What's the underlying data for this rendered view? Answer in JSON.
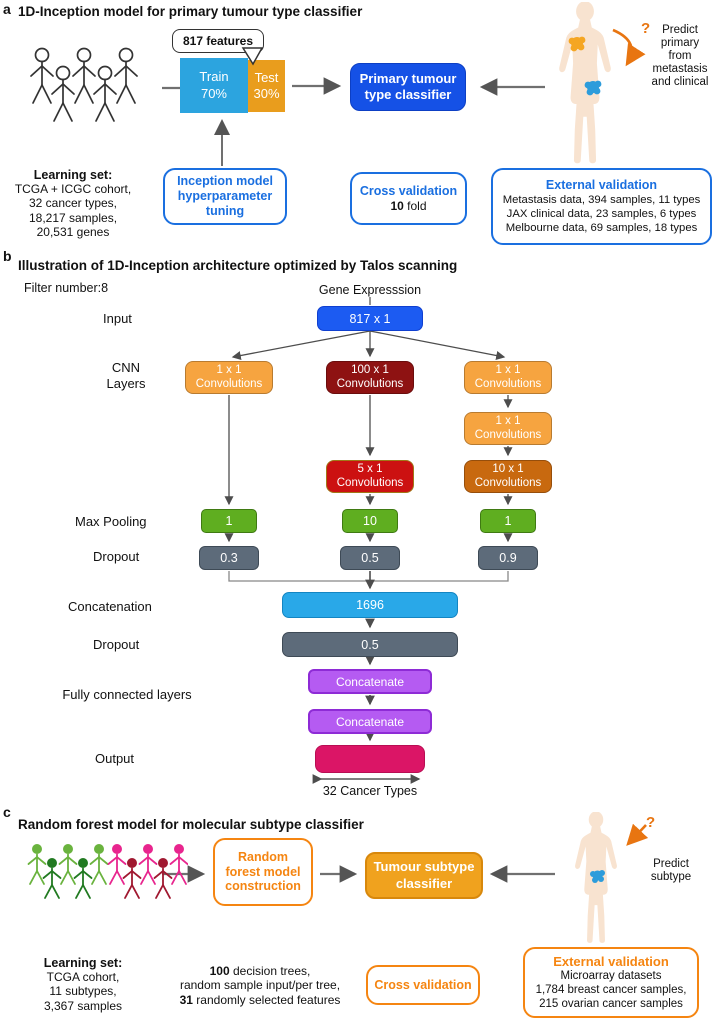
{
  "panel_a": {
    "label": "a",
    "title": "1D-Inception model for primary tumour type classifier",
    "features_callout": "817 features",
    "train_box": "Train 70%",
    "train_line1": "Train",
    "train_line2": "70%",
    "test_line1": "Test",
    "test_line2": "30%",
    "classifier": "Primary tumour type classifier",
    "question_mark": "?",
    "predict_note": "Predict primary from metastasis and clinical",
    "learning_set": {
      "heading": "Learning set:",
      "lines": [
        "TCGA + ICGC cohort,",
        "32 cancer types,",
        "18,217 samples,",
        "20,531 genes"
      ]
    },
    "tuning_box": "Inception model hyperparameter tuning",
    "cross_validation": {
      "title": "Cross validation",
      "fold_bold": "10",
      "fold_rest": " fold"
    },
    "external_validation": {
      "title": "External validation",
      "lines": [
        "Metastasis data, 394 samples, 11 types",
        "JAX clinical data, 23 samples, 6 types",
        "Melbourne data, 69 samples, 18 types"
      ]
    }
  },
  "panel_b": {
    "label": "b",
    "title": "Illustration of 1D-Inception architecture optimized by Talos scanning",
    "filter_note": "Filter number:8",
    "gene_expression": "Gene Expresssion",
    "row_labels": {
      "input": "Input",
      "cnn": "CNN Layers",
      "max_pooling": "Max Pooling",
      "dropout1": "Dropout",
      "concatenation": "Concatenation",
      "dropout2": "Dropout",
      "fully_connected": "Fully connected layers",
      "output": "Output"
    },
    "input_box": "817 x 1",
    "conv_word": "Convolutions",
    "cnn_columns": [
      {
        "boxes": [
          {
            "size": "1 x 1"
          }
        ]
      },
      {
        "boxes": [
          {
            "size": "100 x 1"
          },
          {
            "size": "5 x 1"
          }
        ]
      },
      {
        "boxes": [
          {
            "size": "1 x 1"
          },
          {
            "size": "1 x 1"
          },
          {
            "size": "10 x 1"
          }
        ]
      }
    ],
    "max_pooling_values": [
      "1",
      "10",
      "1"
    ],
    "dropout_values": [
      "0.3",
      "0.5",
      "0.9"
    ],
    "concat_value": "1696",
    "dropout2_value": "0.5",
    "fc_boxes": [
      "Concatenate",
      "Concatenate"
    ],
    "output_caption": "32 Cancer Types"
  },
  "panel_c": {
    "label": "c",
    "title": "Random forest model for molecular subtype classifier",
    "rf_box": "Random forest model construction",
    "classifier": "Tumour subtype classifier",
    "question_mark": "?",
    "predict_note": "Predict subtype",
    "learning_set": {
      "heading": "Learning set:",
      "lines": [
        "TCGA cohort,",
        "11 subtypes,",
        "3,367 samples"
      ]
    },
    "details": {
      "line1_bold": "100",
      "line1_rest": " decision trees,",
      "line2": "random sample input/per tree,",
      "line3_bold": "31",
      "line3_rest": " randomly selected features"
    },
    "cross_validation": "Cross validation",
    "external_validation": {
      "title": "External validation",
      "lines": [
        "Microarray datasets",
        "1,784 breast cancer samples,",
        "215 ovarian cancer samples"
      ]
    }
  },
  "colors": {
    "accent_blue": "#1a6fe0",
    "classifier_blue": "#1551e6",
    "train_blue": "#2ca4df",
    "test_orange": "#e99d1d",
    "input_blue": "#1c5bf2",
    "conv_orange": "#f6a440",
    "conv_dark_red": "#8e1212",
    "conv_red": "#cc1111",
    "conv_dark_orange": "#c8690f",
    "pool_green": "#5fae20",
    "dropout_gray": "#5d6b7a",
    "concat_blue": "#29a8e8",
    "fc_purple": "#b55bf2",
    "output_pink": "#db1566",
    "accent_orange": "#f58511",
    "subtype_orange": "#f0a21e",
    "body_skin": "#f8e3d0",
    "figure_green_light": "#6ab33e",
    "figure_green_dark": "#217a21",
    "figure_pink": "#e8258e",
    "figure_dark_red": "#a01830",
    "tumor_orange": "#f5a623",
    "tumor_blue": "#2d9cdb"
  }
}
